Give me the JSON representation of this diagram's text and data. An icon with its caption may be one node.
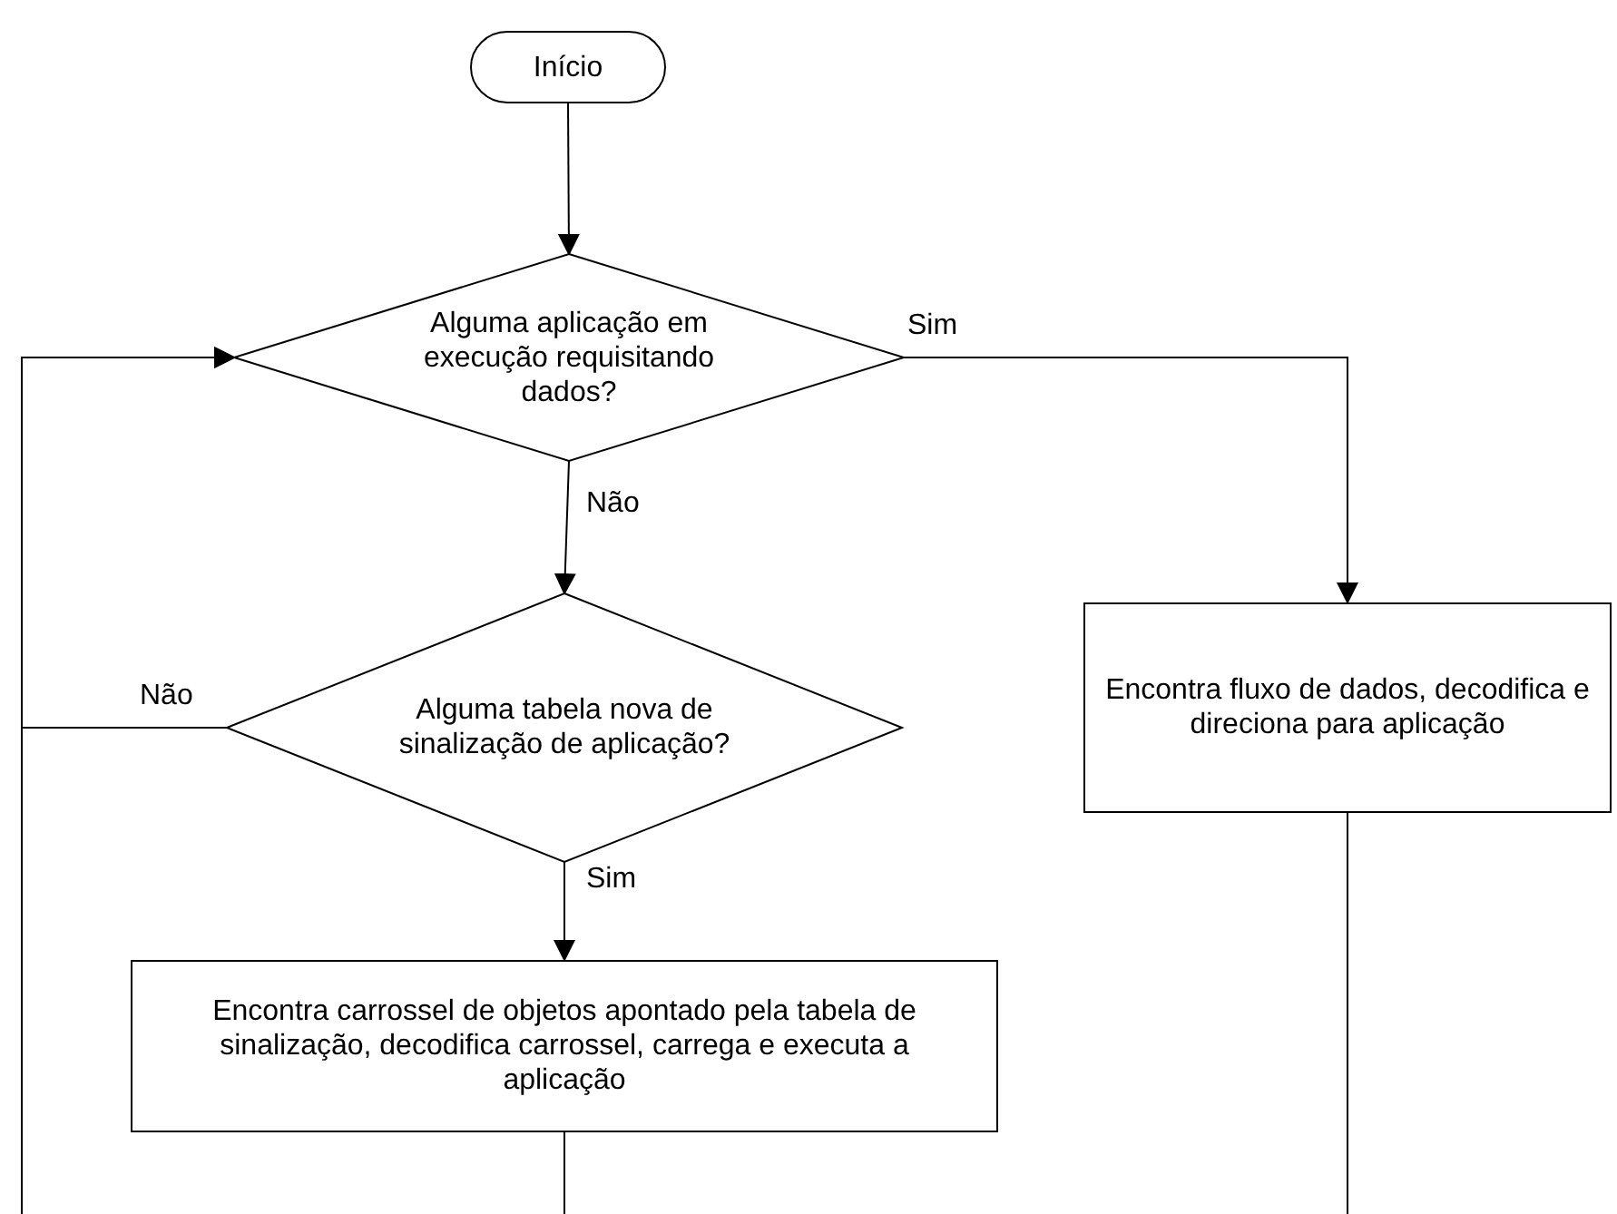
{
  "diagram": {
    "nodes": [
      {
        "text": [
          "Início"
        ]
      },
      {
        "text": [
          "Alguma aplicação em execução requisitando dados?"
        ]
      },
      {
        "text": [
          "Alguma tabela nova de sinalização de aplicação?"
        ]
      },
      {
        "text": [
          "Encontra carrossel de objetos apontado pela tabela de sinalização, decodifica carrossel, carrega e executa a aplicação"
        ]
      },
      {
        "text": [
          "Encontra fluxo de dados, decodifica e direciona para aplicação"
        ]
      }
    ],
    "edges": [
      {
        "from": 0,
        "to": 1,
        "arrow": "to"
      },
      {
        "from": 1,
        "to": 4,
        "arrow": "to",
        "label": "Sim"
      },
      {
        "from": 1,
        "to": 2,
        "arrow": "to",
        "label": "Não"
      },
      {
        "from": 2,
        "to": 3,
        "arrow": "to",
        "label": "Sim"
      },
      {
        "from": 2,
        "to": 1,
        "arrow": "to",
        "label": "Não"
      },
      {
        "from": null,
        "to": 1,
        "arrow": "to"
      },
      {
        "from": 3,
        "to": null,
        "arrow": "none"
      },
      {
        "from": 4,
        "to": null,
        "arrow": "none"
      }
    ]
  }
}
